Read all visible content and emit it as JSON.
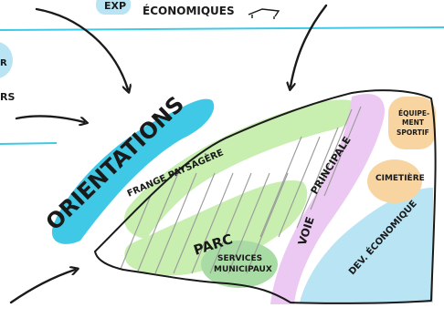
{
  "header": {
    "top_fragment": "EXP",
    "top_label": "ÉCONOMIQUES"
  },
  "side_fragments": {
    "left_top": "R",
    "left_bottom": "RS"
  },
  "title": "ORIENTATIONS",
  "zones": {
    "frange": "FRANGE PAYSAGÈRE",
    "parc": "PARC",
    "services": [
      "SERVICES",
      "MUNICIPAUX"
    ],
    "voie": "VOIE",
    "principale": "PRINCIPALE",
    "equipement": [
      "ÉQUIPE-",
      "MENT",
      "SPORTIF"
    ],
    "cimetiere": "CIMETIÈRE",
    "dev": "DEV. ÉCONOMIQUE"
  },
  "colors": {
    "cyan": "#3fc9e6",
    "green": "#c8eeb0",
    "green_dark": "#a9dca5",
    "lavender": "#ecc9f2",
    "light_blue": "#b8e4f4",
    "orange": "#f8d5a0",
    "ink": "#1a1a1a"
  }
}
